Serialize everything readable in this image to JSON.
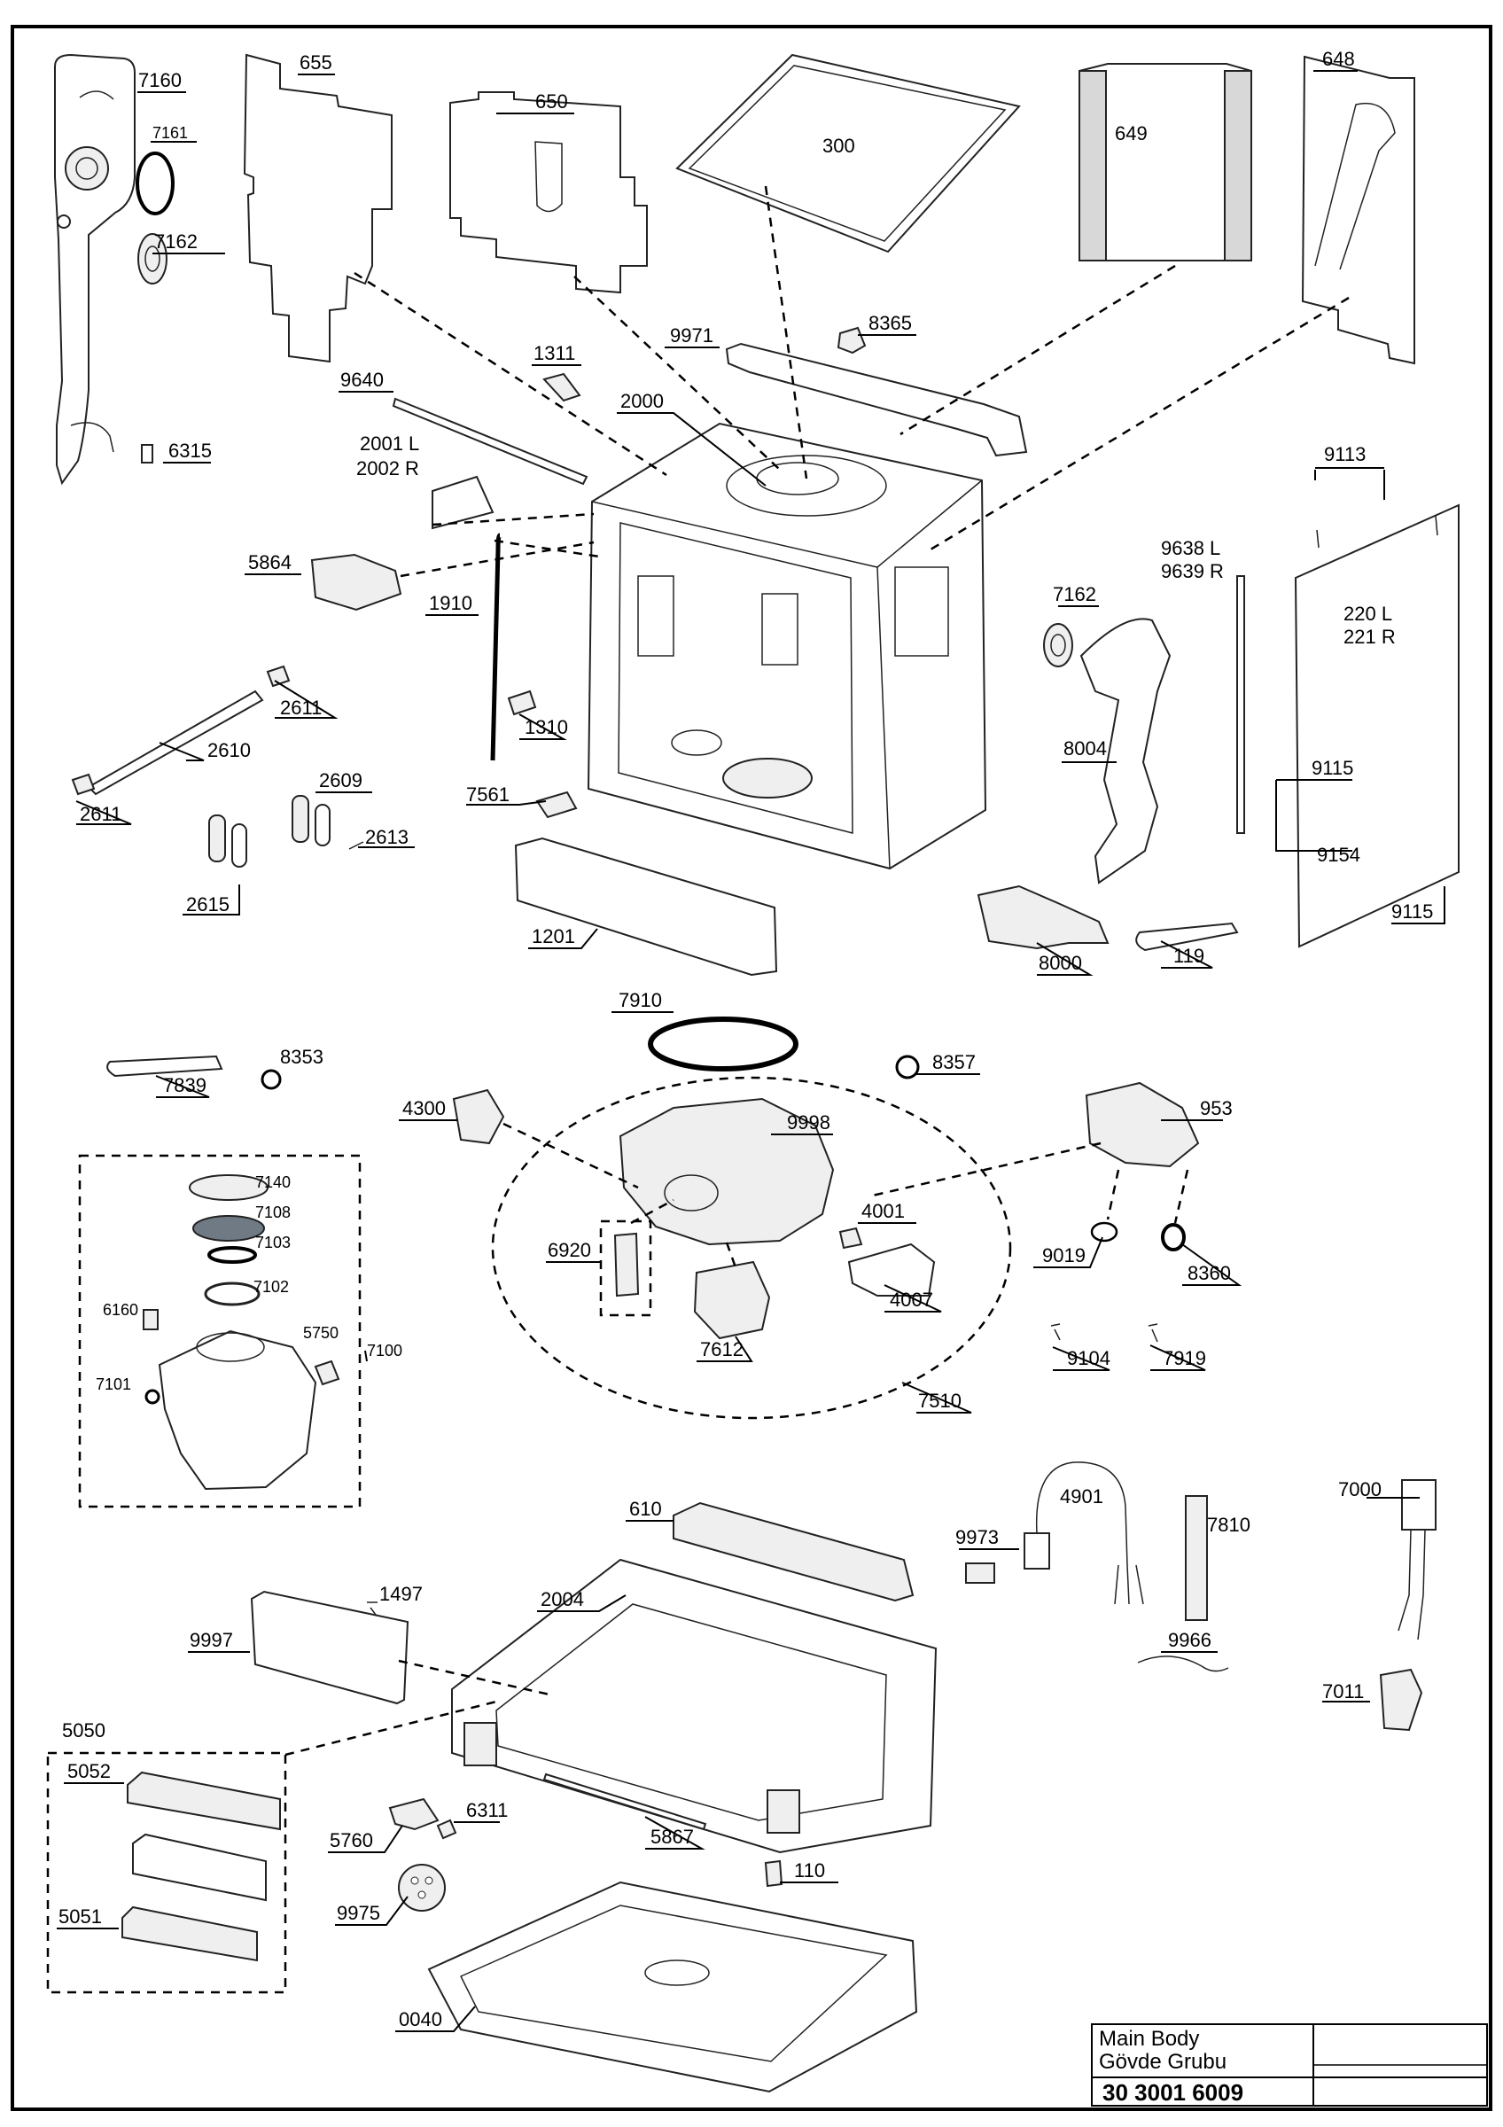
{
  "title_block": {
    "name_en": "Main Body",
    "name_tr": "Gövde Grubu",
    "code": "30 3001 6009"
  },
  "labels": {
    "p7160": "7160",
    "p7161": "7161",
    "p7162a": "7162",
    "p6315": "6315",
    "p655": "655",
    "p650": "650",
    "p300": "300",
    "p649": "649",
    "p648": "648",
    "p9971": "9971",
    "p8365": "8365",
    "p1311": "1311",
    "p2000": "2000",
    "p9640": "9640",
    "p2001": "2001 L",
    "p2002": "2002 R",
    "p5864": "5864",
    "p1910": "1910",
    "p2611a": "2611",
    "p2610": "2610",
    "p2611b": "2611",
    "p2609": "2609",
    "p2613": "2613",
    "p2615": "2615",
    "p1310": "1310",
    "p7561": "7561",
    "p1201": "1201",
    "p9113": "9113",
    "p9638": "9638 L",
    "p9639": "9639 R",
    "p220": "220 L",
    "p221": "221 R",
    "p7162b": "7162",
    "p8004": "8004",
    "p9115a": "9115",
    "p9154": "9154",
    "p9115b": "9115",
    "p8000": "8000",
    "p119": "119",
    "p7910": "7910",
    "p8353": "8353",
    "p7839": "7839",
    "p8357": "8357",
    "p4300": "4300",
    "p9998": "9998",
    "p953": "953",
    "p4001": "4001",
    "p6920": "6920",
    "p4007": "4007",
    "p9019": "9019",
    "p8360": "8360",
    "p7612": "7612",
    "p7510": "7510",
    "p9104": "9104",
    "p7919": "7919",
    "p7140": "7140",
    "p7108": "7108",
    "p7103": "7103",
    "p7102": "7102",
    "p6160": "6160",
    "p5750": "5750",
    "p7100": "7100",
    "p7101": "7101",
    "p4901": "4901",
    "p7810": "7810",
    "p9973": "9973",
    "p7000": "7000",
    "p9966": "9966",
    "p7011": "7011",
    "p610": "610",
    "p1497": "1497",
    "p2004": "2004",
    "p9997": "9997",
    "p5050": "5050",
    "p5052": "5052",
    "p5051": "5051",
    "p6311": "6311",
    "p5760": "5760",
    "p5867": "5867",
    "p110": "110",
    "p9975": "9975",
    "p0040": "0040"
  }
}
